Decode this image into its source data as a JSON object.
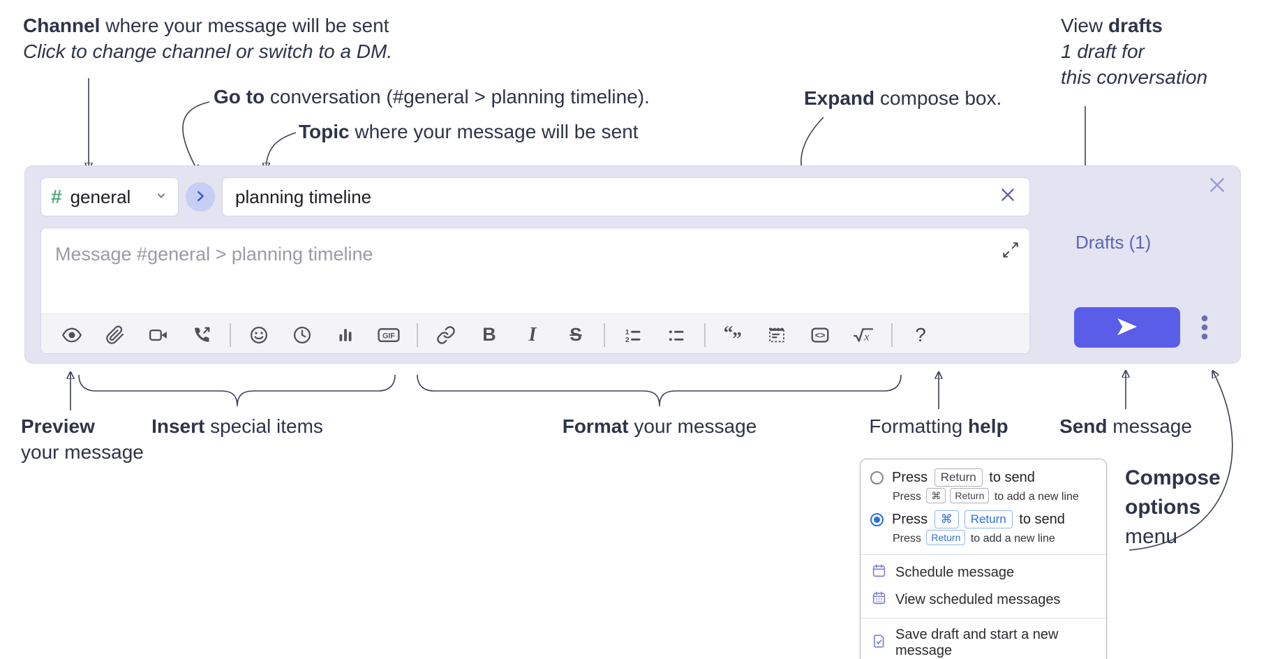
{
  "annotations": {
    "channel": [
      [
        "b",
        "Channel"
      ],
      [
        "r",
        " where your message will be sent"
      ]
    ],
    "channel_sub": [
      [
        "i",
        "Click to change channel or switch to a DM."
      ]
    ],
    "goto": [
      [
        "b",
        "Go to"
      ],
      [
        "r",
        " conversation (#general > planning timeline)."
      ]
    ],
    "topic": [
      [
        "b",
        "Topic"
      ],
      [
        "r",
        " where your message will be sent"
      ]
    ],
    "expand": [
      [
        "b",
        "Expand"
      ],
      [
        "r",
        " compose box."
      ]
    ],
    "view_drafts": [
      [
        "r",
        "View "
      ],
      [
        "b",
        "drafts"
      ]
    ],
    "view_drafts_sub1": [
      [
        "i",
        "1 draft for"
      ]
    ],
    "view_drafts_sub2": [
      [
        "i",
        "this conversation"
      ]
    ],
    "preview_line1": [
      [
        "b",
        "Preview"
      ]
    ],
    "preview_line2": [
      [
        "r",
        "your message"
      ]
    ],
    "insert": [
      [
        "b",
        "Insert"
      ],
      [
        "r",
        " special items"
      ]
    ],
    "format": [
      [
        "b",
        "Format"
      ],
      [
        "r",
        " your message"
      ]
    ],
    "formatting_help": [
      [
        "r",
        "Formatting "
      ],
      [
        "b",
        "help"
      ]
    ],
    "send": [
      [
        "b",
        "Send"
      ],
      [
        "r",
        " message"
      ]
    ],
    "compose_options_line1": [
      [
        "b",
        "Compose"
      ]
    ],
    "compose_options_line2": [
      [
        "b",
        "options"
      ]
    ],
    "compose_options_line3": [
      [
        "r",
        "menu"
      ]
    ]
  },
  "compose": {
    "channel_hash": "#",
    "channel": "general",
    "topic_value": "planning timeline",
    "message_placeholder": "Message #general > planning timeline",
    "drafts_label": "Drafts (1)",
    "toolbar_icons": [
      "preview-eye",
      "attach-file",
      "start-video-call",
      "start-voice-call",
      "divider",
      "emoji",
      "global-time",
      "poll",
      "gif",
      "divider",
      "link",
      "bold",
      "italic",
      "strikethrough",
      "divider",
      "numbered-list",
      "bulleted-list",
      "divider",
      "quote",
      "spoiler",
      "code",
      "math",
      "divider",
      "formatting-help"
    ],
    "toolbar": {
      "gif_label": "GIF",
      "bold_label": "B",
      "italic_label": "I",
      "strike_label": "S",
      "ol_num1": "1",
      "ol_num2": "2",
      "quote_open": "“",
      "quote_close": "”",
      "code_label": "<>",
      "math_radical": "√",
      "math_x": "x",
      "help_label": "?"
    },
    "colors": {
      "compose_bg": "#e3e3f2",
      "hash_green": "#52ab7d",
      "go_button_bg": "#c6cef5",
      "go_button_chevron": "#3056d8",
      "send_button": "#5a5de8",
      "drafts_link": "#5c66b0",
      "popup_accent_blue": "#2a6fe3",
      "popup_icon_purple": "#7c80d4"
    }
  },
  "popup": {
    "option1": [
      [
        "r",
        "Press "
      ],
      [
        "kbd",
        "Return"
      ],
      [
        "r",
        " to send"
      ]
    ],
    "option1_sub": [
      [
        "r",
        "Press "
      ],
      [
        "kbd",
        "⌘"
      ],
      [
        "kbd",
        "Return"
      ],
      [
        "r",
        " to add a new line"
      ]
    ],
    "option2": [
      [
        "r",
        "Press "
      ],
      [
        "kbdb",
        "⌘"
      ],
      [
        "kbdb",
        "Return"
      ],
      [
        "r",
        " to send"
      ]
    ],
    "option2_sub": [
      [
        "r",
        "Press "
      ],
      [
        "kbdb",
        "Return"
      ],
      [
        "r",
        " to add a new line"
      ]
    ],
    "option1_selected": false,
    "option2_selected": true,
    "items": [
      "Schedule message",
      "View scheduled messages",
      "Save draft and start a new message"
    ]
  }
}
